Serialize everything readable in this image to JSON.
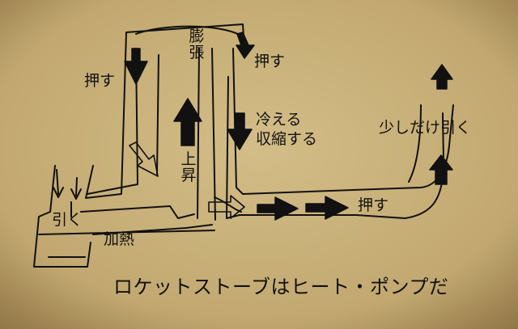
{
  "diagram": {
    "labels": {
      "expand": "膨張",
      "push_left": "押す",
      "push_right": "押す",
      "cool_contract_line1": "冷える",
      "cool_contract_line2": "収縮する",
      "rise": "上昇",
      "pull_left": "引く",
      "heat": "加熱",
      "push_bottom": "押す",
      "pull_little": "少しだけ引く"
    },
    "caption": "ロケットストーブはヒート・ポンプだ"
  },
  "colors": {
    "paper": "#c8b07a",
    "paper_edge": "#8a7040",
    "ink": "#111111"
  }
}
